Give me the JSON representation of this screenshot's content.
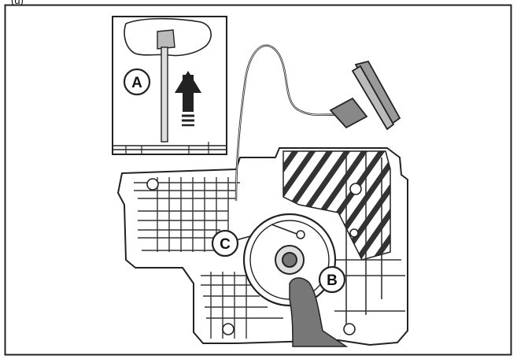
{
  "header": {
    "fragment": "(d)"
  },
  "callouts": {
    "a": "A",
    "b": "B",
    "c": "C"
  }
}
